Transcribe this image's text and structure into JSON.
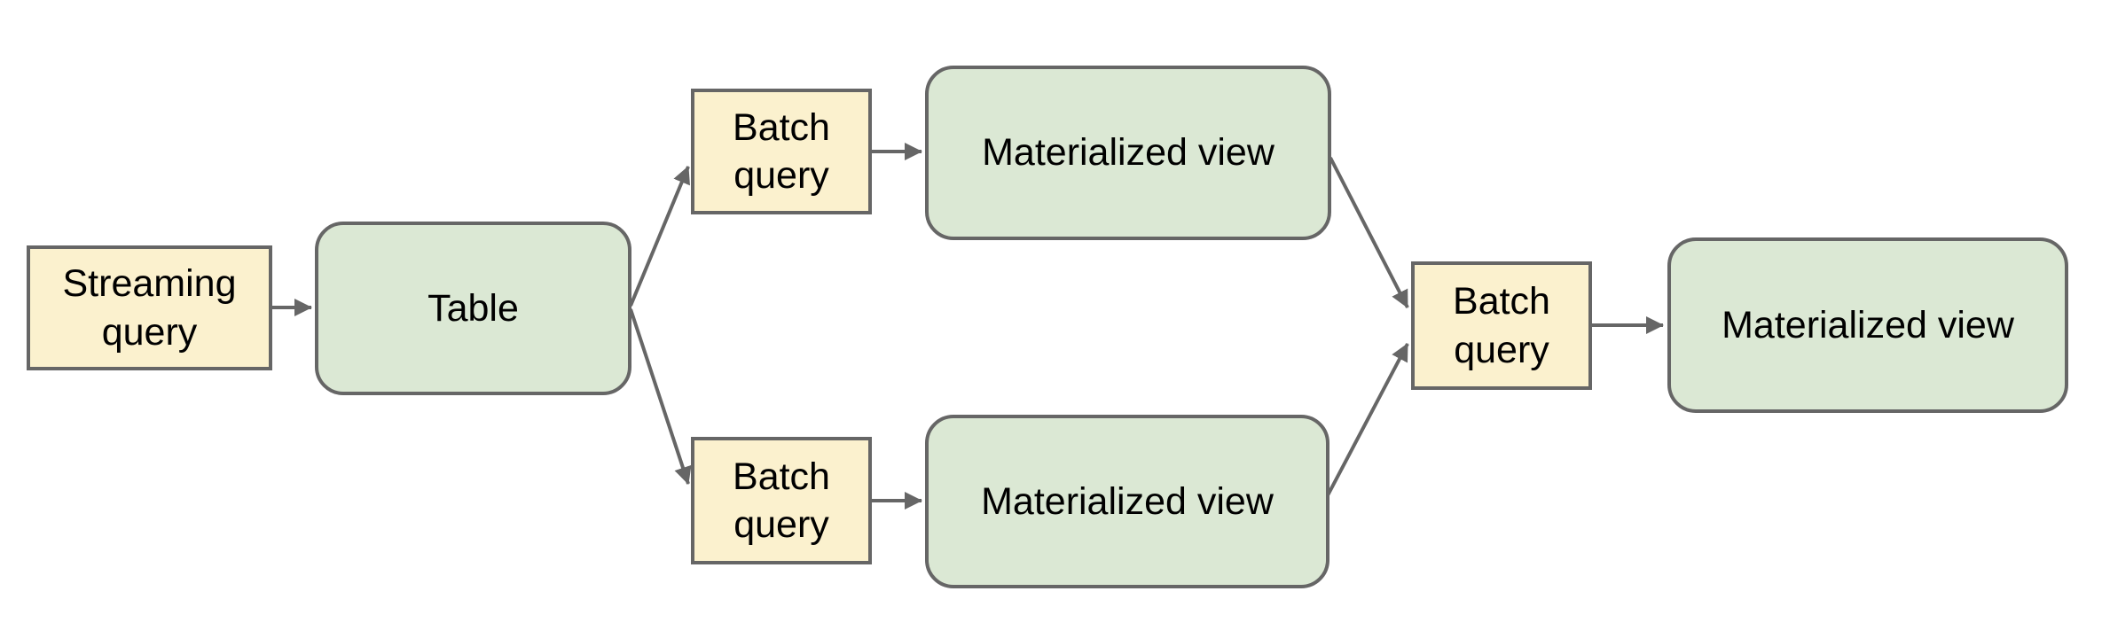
{
  "diagram": {
    "nodes": {
      "streaming_query": {
        "label": "Streaming query",
        "kind": "query"
      },
      "table": {
        "label": "Table",
        "kind": "view"
      },
      "batch_query_top": {
        "label": "Batch query",
        "kind": "query"
      },
      "materialized_view_top": {
        "label": "Materialized view",
        "kind": "view"
      },
      "batch_query_bottom": {
        "label": "Batch query",
        "kind": "query"
      },
      "materialized_view_bottom": {
        "label": "Materialized view",
        "kind": "view"
      },
      "batch_query_right": {
        "label": "Batch query",
        "kind": "query"
      },
      "materialized_view_right": {
        "label": "Materialized view",
        "kind": "view"
      }
    },
    "edges": [
      {
        "from": "streaming_query",
        "to": "table"
      },
      {
        "from": "table",
        "to": "batch_query_top"
      },
      {
        "from": "table",
        "to": "batch_query_bottom"
      },
      {
        "from": "batch_query_top",
        "to": "materialized_view_top"
      },
      {
        "from": "batch_query_bottom",
        "to": "materialized_view_bottom"
      },
      {
        "from": "materialized_view_top",
        "to": "batch_query_right"
      },
      {
        "from": "materialized_view_bottom",
        "to": "batch_query_right"
      },
      {
        "from": "batch_query_right",
        "to": "materialized_view_right"
      }
    ],
    "colors": {
      "query_fill": "#FBF1CE",
      "view_fill": "#DBE8D4",
      "border": "#666666",
      "arrow": "#666666",
      "text": "#000000",
      "background": "#FFFFFF"
    }
  }
}
